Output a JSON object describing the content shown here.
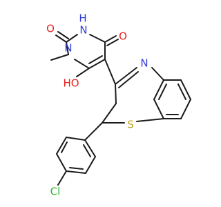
{
  "colors": {
    "bond": "#1a1a1a",
    "oxygen": "#e8201c",
    "nitrogen": "#2f3bd6",
    "sulfur": "#bfa21a",
    "chlorine": "#2cb52c"
  },
  "labels": {
    "o_top": "O",
    "nh": "H",
    "nh_n": "N",
    "o_right": "O",
    "n_methyl": "N",
    "oh": "HO",
    "n_ring": "N",
    "s_ring": "S",
    "cl": "Cl"
  }
}
